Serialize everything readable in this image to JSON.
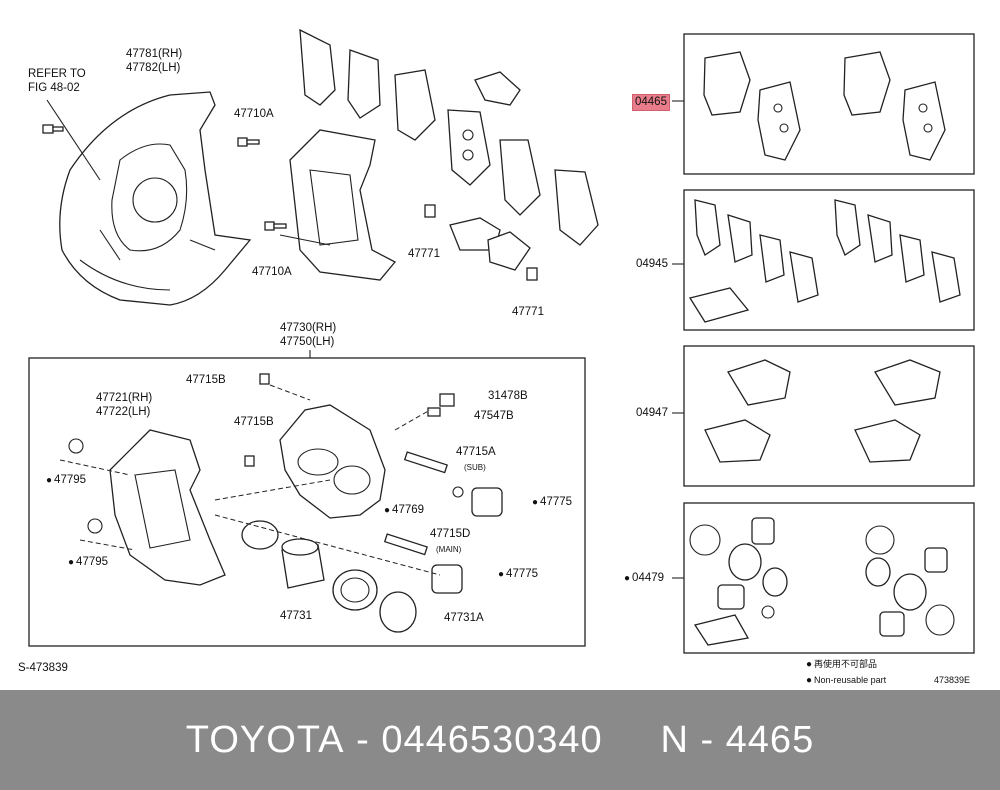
{
  "diagram": {
    "labels": {
      "refer_to_1": "REFER TO",
      "refer_to_2": "FIG 48-02",
      "p47781": "47781(RH)",
      "p47782": "47782(LH)",
      "p47710A_top": "47710A",
      "p47710A_bot": "47710A",
      "p47771_a": "47771",
      "p47771_b": "47771",
      "p47730": "47730(RH)",
      "p47750": "47750(LH)",
      "p47715B_a": "47715B",
      "p47715B_b": "47715B",
      "p47721": "47721(RH)",
      "p47722": "47722(LH)",
      "p47795_a": "47795",
      "p47795_b": "47795",
      "p31478B": "31478B",
      "p47547B": "47547B",
      "p47715A": "47715A",
      "sub": "(SUB)",
      "p47769": "47769",
      "p47775_a": "47775",
      "p47715D": "47715D",
      "main": "(MAIN)",
      "p47775_b": "47775",
      "p47731": "47731",
      "p47731A": "47731A",
      "p04465": "04465",
      "p04945": "04945",
      "p04947": "04947",
      "p04479": "04479",
      "ref_code": "S-473839",
      "legend_jp": "再使用不可部品",
      "legend_en": "Non-reusable part",
      "fig_code": "473839E"
    }
  },
  "banner": {
    "brand": "TOYOTA",
    "sep": " - ",
    "part_number": "0446530340",
    "gap": "     ",
    "ref": "N - 4465"
  },
  "colors": {
    "highlight": "#e87c8a",
    "banner_bg": "#8a8a8a"
  }
}
